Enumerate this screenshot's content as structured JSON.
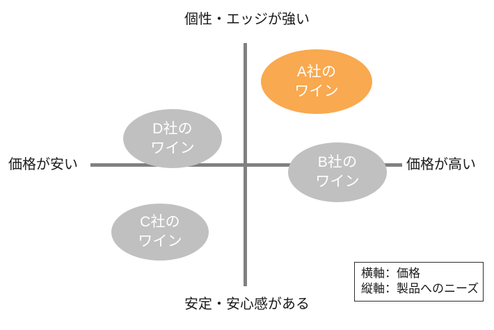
{
  "chart_data": {
    "type": "scatter",
    "title": "",
    "subtitle": "",
    "xlabel": "価格",
    "ylabel": "製品へのニーズ",
    "axis_labels": {
      "top": "個性・エッジが強い",
      "bottom": "安定・安心感がある",
      "left": "価格が安い",
      "right": "価格が高い"
    },
    "xlim": [
      -1,
      1
    ],
    "ylim": [
      -1,
      1
    ],
    "grid": false,
    "legend_position": "bottom-right",
    "points": [
      {
        "name": "A社のワイン",
        "label_lines": [
          "A社の",
          "ワイン"
        ],
        "x": 0.42,
        "y": 0.68,
        "color": "#F9A94F",
        "highlight": true
      },
      {
        "name": "B社のワイン",
        "label_lines": [
          "B社の",
          "ワイン"
        ],
        "x": 0.52,
        "y": -0.02,
        "color": "#C0C0C0",
        "highlight": false
      },
      {
        "name": "C社のワイン",
        "label_lines": [
          "C社の",
          "ワイン"
        ],
        "x": -0.43,
        "y": -0.52,
        "color": "#C0C0C0",
        "highlight": false
      },
      {
        "name": "D社のワイン",
        "label_lines": [
          "D社の",
          "ワイン"
        ],
        "x": -0.37,
        "y": 0.22,
        "color": "#C0C0C0",
        "highlight": false
      }
    ],
    "annotations": [
      "横軸：価格",
      "縦軸：製品へのニーズ"
    ]
  },
  "axes": {
    "top_label": "個性・エッジが強い",
    "bottom_label": "安定・安心感がある",
    "left_label": "価格が安い",
    "right_label": "価格が高い",
    "line_color": "#808080"
  },
  "bubbles": {
    "a": {
      "line1": "A社の",
      "line2": "ワイン",
      "color": "#F9A94F"
    },
    "b": {
      "line1": "B社の",
      "line2": "ワイン",
      "color": "#C0C0C0"
    },
    "c": {
      "line1": "C社の",
      "line2": "ワイン",
      "color": "#C0C0C0"
    },
    "d": {
      "line1": "D社の",
      "line2": "ワイン",
      "color": "#C0C0C0"
    }
  },
  "legend": {
    "line1": "横軸：価格",
    "line2": "縦軸：製品へのニーズ"
  }
}
